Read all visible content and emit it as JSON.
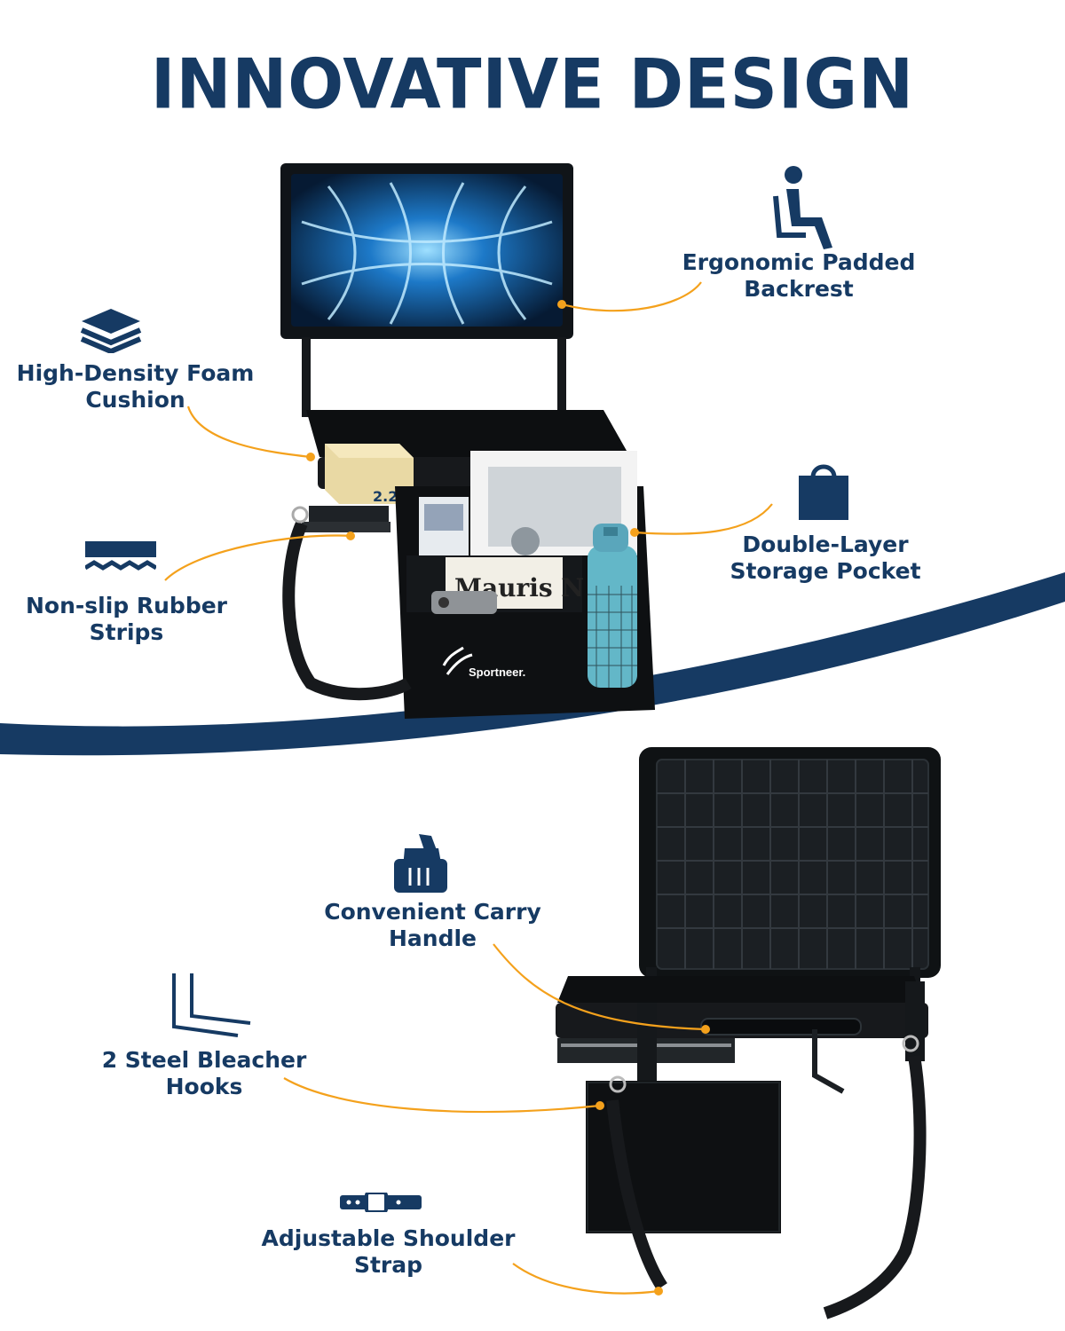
{
  "page": {
    "title": "INNOVATIVE DESIGN"
  },
  "features": {
    "backrest": {
      "line1": "Ergonomic Padded",
      "line2": "Backrest"
    },
    "foam": {
      "line1": "High-Density Foam",
      "line2": "Cushion"
    },
    "pocket": {
      "line1": "Double-Layer",
      "line2": "Storage Pocket"
    },
    "rubber": {
      "line1": "Non-slip Rubber",
      "line2": "Strips"
    },
    "handle": {
      "line1": "Convenient Carry",
      "line2": "Handle"
    },
    "hooks": {
      "line1": "2 Steel Bleacher",
      "line2": "Hooks"
    },
    "strap": {
      "line1": "Adjustable Shoulder",
      "line2": "Strap"
    }
  },
  "product": {
    "brand": "Sportneer.",
    "foam_thickness": "2.2\"",
    "newspaper_text": "Mauris N"
  },
  "colors": {
    "navy": "#163a63",
    "accent": "#f4a11c",
    "glow": "#3aa8ff"
  },
  "icons": {
    "backrest": "seated-person-icon",
    "foam": "layers-icon",
    "pocket": "shopping-bag-icon",
    "rubber": "wavy-strip-icon",
    "handle": "hand-grip-icon",
    "hooks": "l-hooks-icon",
    "strap": "belt-icon"
  }
}
